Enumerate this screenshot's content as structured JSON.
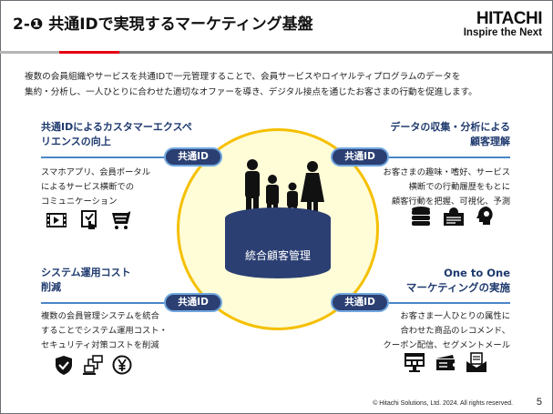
{
  "header": {
    "title": "2-❶ 共通IDで実現するマーケティング基盤",
    "logo_name": "HITACHI",
    "logo_tagline": "Inspire the Next"
  },
  "intro": [
    "複数の会員組織やサービスを共通IDで一元管理することで、会員サービスやロイヤルティプログラムのデータを",
    "集約・分析し、一人ひとりに合わせた適切なオファーを導き、デジタル接点を通じたお客さまの行動を促進します。"
  ],
  "center": {
    "label": "統合顧客管理"
  },
  "pill_label": "共通ID",
  "quadrants": [
    {
      "heading": [
        "共通IDによるカスタマーエクスペ",
        "リエンスの向上"
      ],
      "desc": [
        "スマホアプリ、会員ポータル",
        "によるサービス横断での",
        "コミュニケーション"
      ],
      "icons": [
        "video-icon",
        "touch-checklist-icon",
        "shopping-cart-icon"
      ]
    },
    {
      "heading": [
        "データの収集・分析による",
        "顧客理解"
      ],
      "desc": [
        "お客さまの趣味・嗜好、サービス",
        "横断での行動履歴をもとに",
        "顧客行動を把握、可視化、予測"
      ],
      "icons": [
        "database-icon",
        "gear-document-icon",
        "brain-head-icon"
      ]
    },
    {
      "heading": [
        "システム運用コスト",
        "削減"
      ],
      "desc": [
        "複数の会員管理システムを統合",
        "することでシステム運用コスト・",
        "セキュリティ対策コストを削減"
      ],
      "icons": [
        "shield-check-icon",
        "computers-icon",
        "yen-icon"
      ]
    },
    {
      "heading": [
        "One to One",
        "マーケティングの実施"
      ],
      "desc": [
        "お客さま一人ひとりの属性に",
        "合わせた商品のレコメンド、",
        "クーポン配信、セグメントメール"
      ],
      "icons": [
        "monitor-icon",
        "coupon-icon",
        "mail-icon"
      ]
    }
  ],
  "colors": {
    "accent_red": "#e60012",
    "navy": "#2b3f73",
    "yellow": "#f5c000",
    "line_blue": "#4a86c8"
  },
  "footer": {
    "copyright": "© Hitachi Solutions, Ltd. 2024. All rights reserved.",
    "page": "5"
  }
}
